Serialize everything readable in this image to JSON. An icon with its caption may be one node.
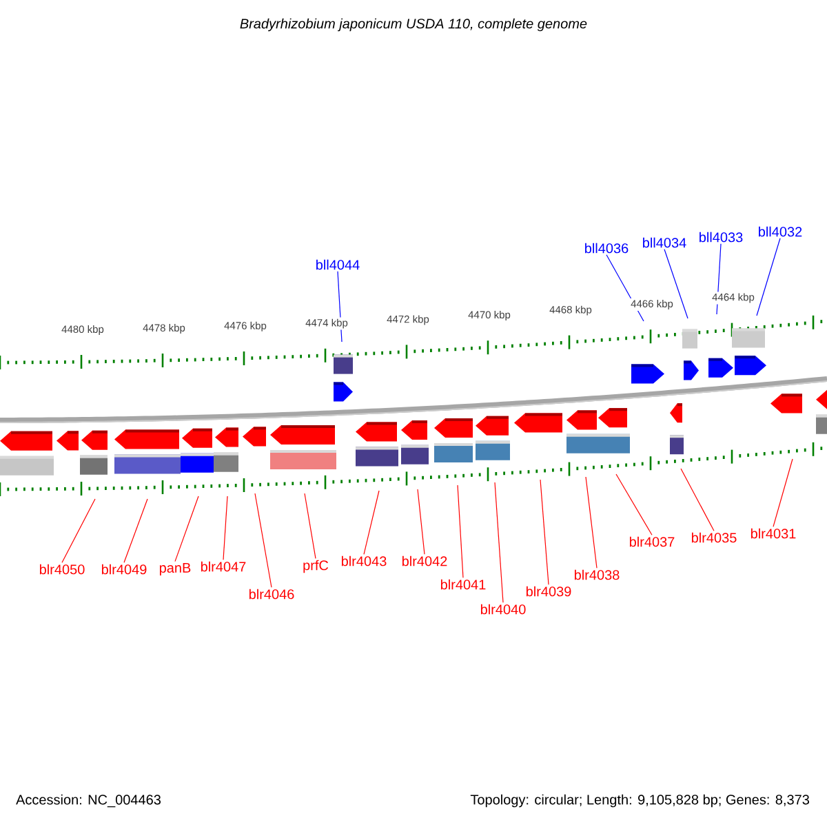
{
  "diagram": {
    "title": "Bradyrhizobium japonicum USDA 110, complete genome",
    "nodes": [
      {
        "text": [
          "bll4044"
        ]
      },
      {
        "text": [
          "bll4036"
        ]
      },
      {
        "text": [
          "bll4034"
        ]
      },
      {
        "text": [
          "bll4033"
        ]
      },
      {
        "text": [
          "bll4032"
        ]
      },
      {
        "text": [
          "blr4050"
        ]
      },
      {
        "text": [
          "blr4049"
        ]
      },
      {
        "text": [
          "panB"
        ]
      },
      {
        "text": [
          "blr4047"
        ]
      },
      {
        "text": [
          "blr4046"
        ]
      },
      {
        "text": [
          "prfC"
        ]
      },
      {
        "text": [
          "blr4043"
        ]
      },
      {
        "text": [
          "blr4042"
        ]
      },
      {
        "text": [
          "blr4041"
        ]
      },
      {
        "text": [
          "blr4040"
        ]
      },
      {
        "text": [
          "blr4039"
        ]
      },
      {
        "text": [
          "blr4038"
        ]
      },
      {
        "text": [
          "blr4037"
        ]
      },
      {
        "text": [
          "blr4035"
        ]
      },
      {
        "text": [
          "blr4031"
        ]
      }
    ],
    "edges": [
      {
        "from": 0,
        "to": null,
        "arrow": "none",
        "color": "#0000ff"
      },
      {
        "from": 1,
        "to": null,
        "arrow": "none",
        "color": "#0000ff"
      },
      {
        "from": 2,
        "to": null,
        "arrow": "none",
        "color": "#0000ff"
      },
      {
        "from": 3,
        "to": null,
        "arrow": "none",
        "color": "#0000ff"
      },
      {
        "from": 4,
        "to": null,
        "arrow": "none",
        "color": "#0000ff"
      },
      {
        "from": 5,
        "to": null,
        "arrow": "none"
      },
      {
        "from": 6,
        "to": null,
        "arrow": "none"
      },
      {
        "from": 7,
        "to": null,
        "arrow": "none"
      },
      {
        "from": 8,
        "to": null,
        "arrow": "none"
      },
      {
        "from": 9,
        "to": null,
        "arrow": "none"
      },
      {
        "from": 10,
        "to": null,
        "arrow": "none"
      },
      {
        "from": 11,
        "to": null,
        "arrow": "none"
      },
      {
        "from": 12,
        "to": null,
        "arrow": "none"
      },
      {
        "from": 13,
        "to": null,
        "arrow": "none"
      },
      {
        "from": 14,
        "to": null,
        "arrow": "none"
      },
      {
        "from": 15,
        "to": null,
        "arrow": "none"
      },
      {
        "from": 16,
        "to": null,
        "arrow": "none"
      },
      {
        "from": 17,
        "to": null,
        "arrow": "none"
      },
      {
        "from": 18,
        "to": null,
        "arrow": "none"
      },
      {
        "from": 19,
        "to": null,
        "arrow": "none"
      }
    ],
    "labels": [
      "4480 kbp",
      "4478 kbp",
      "4476 kbp",
      "4474 kbp",
      "4472 kbp",
      "4470 kbp",
      "4468 kbp",
      "4466 kbp",
      "4464 kbp",
      "Accession: NC_004463",
      "Topology: circular; Length: 9,105,828 bp; Genes: 8,373"
    ]
  }
}
